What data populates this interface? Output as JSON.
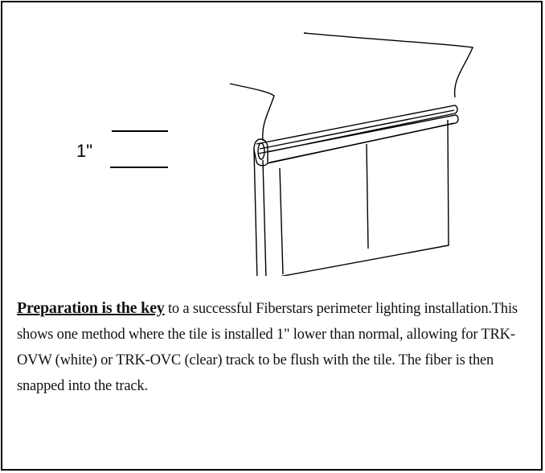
{
  "figure": {
    "dimension_label": "1\""
  },
  "caption": {
    "lead": "Preparation is the key",
    "body": " to a successful Fiberstars perimeter lighting installation.This shows one method where the tile is installed 1\" lower than normal, allowing for TRK-OVW (white) or TRK-OVC (clear) track to be flush with the tile. The fiber is then snapped into the track."
  },
  "colors": {
    "ink": "#000000",
    "paper": "#ffffff"
  }
}
